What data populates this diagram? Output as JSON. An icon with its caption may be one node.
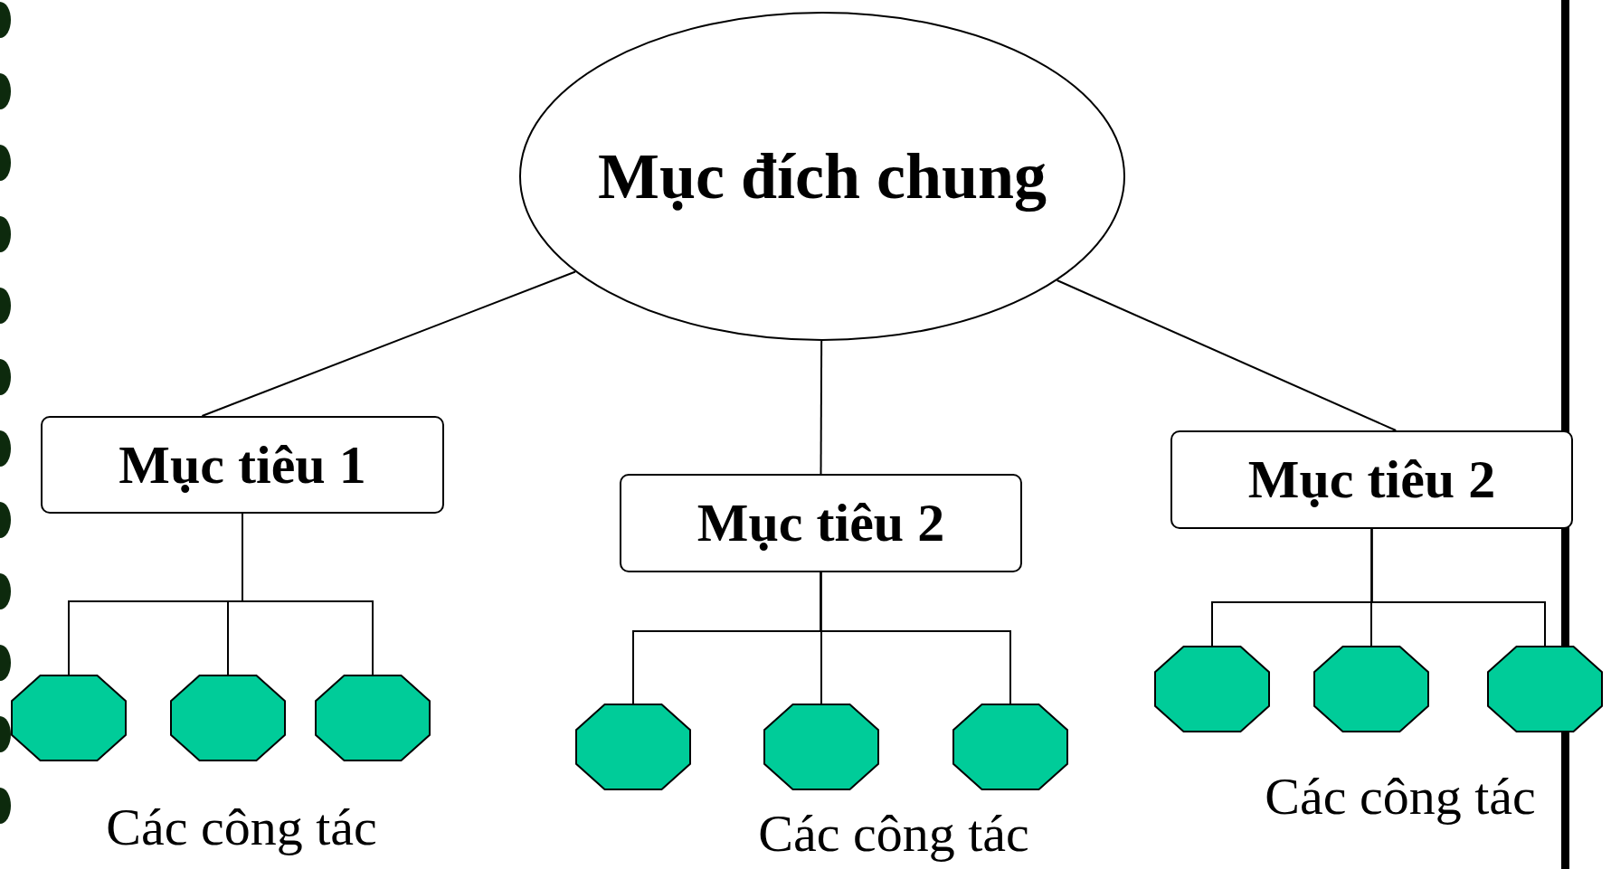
{
  "diagram": {
    "nodes": [
      {
        "text": [
          "Mục đích chung"
        ]
      },
      {
        "text": [
          "Mục tiêu 1"
        ]
      },
      {
        "text": [
          "Mục tiêu 2"
        ]
      },
      {
        "text": [
          "Mục tiêu 2"
        ]
      },
      {
        "text": [],
        "shape": "octagon"
      },
      {
        "text": [],
        "shape": "octagon"
      },
      {
        "text": [],
        "shape": "octagon"
      },
      {
        "text": [],
        "shape": "octagon"
      },
      {
        "text": [],
        "shape": "octagon"
      },
      {
        "text": [],
        "shape": "octagon"
      },
      {
        "text": [],
        "shape": "octagon"
      },
      {
        "text": [],
        "shape": "octagon"
      },
      {
        "text": [],
        "shape": "octagon"
      }
    ],
    "edges": [
      {
        "from": 0,
        "to": 1,
        "arrow": "none"
      },
      {
        "from": 0,
        "to": 2,
        "arrow": "none"
      },
      {
        "from": 0,
        "to": 3,
        "arrow": "none"
      },
      {
        "from": 1,
        "to": 4,
        "arrow": "none"
      },
      {
        "from": 1,
        "to": 5,
        "arrow": "none"
      },
      {
        "from": 1,
        "to": 6,
        "arrow": "none"
      },
      {
        "from": 2,
        "to": 7,
        "arrow": "none"
      },
      {
        "from": 2,
        "to": 8,
        "arrow": "none"
      },
      {
        "from": 2,
        "to": 9,
        "arrow": "none"
      },
      {
        "from": 3,
        "to": 10,
        "arrow": "none"
      },
      {
        "from": 3,
        "to": 11,
        "arrow": "none"
      },
      {
        "from": 3,
        "to": 12,
        "arrow": "none"
      }
    ],
    "labels": [
      "Các công tác",
      "Các công tác",
      "Các công tác"
    ]
  }
}
